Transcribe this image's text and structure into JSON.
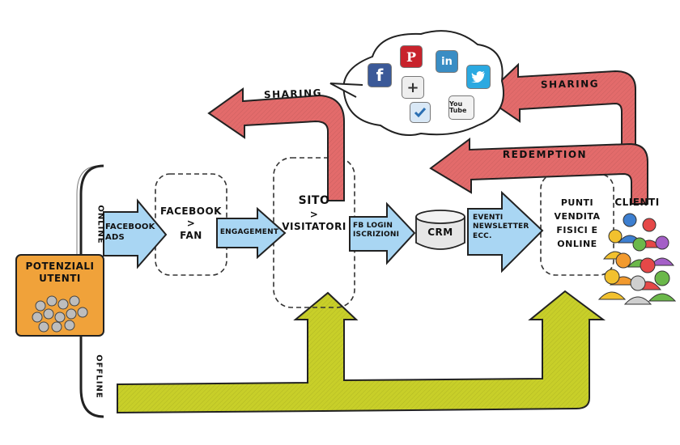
{
  "colors": {
    "red_arrow": "#e36b6b",
    "blue_arrow": "#a9d6f3",
    "yellow_arrow": "#c8cf29",
    "orange_box": "#f0a23a",
    "cloud_bg": "#ffffff"
  },
  "labels": {
    "potenziali_utenti": "POTENZIALI UTENTI",
    "online": "ONLINE",
    "offline": "OFFLINE",
    "facebook_ads": "FACEBOOK ADS",
    "facebook_fan_line1": "FACEBOOK",
    "facebook_fan_line2": ">",
    "facebook_fan_line3": "FAN",
    "engagement": "ENGAGEMENT",
    "sito_line1": "SITO",
    "sito_line2": ">",
    "sito_line3": "VISITATORI",
    "fb_login": "FB LOGIN ISCRIZIONI",
    "crm": "CRM",
    "eventi": "EVENTI NEWSLETTER ECC.",
    "punti_vendita": "PUNTI VENDITA FISICI E ONLINE",
    "clienti": "CLIENTI",
    "sharing_left": "SHARING",
    "sharing_right": "SHARING",
    "redemption": "REDEMPTION"
  },
  "social_icons": [
    "pinterest-icon",
    "linkedin-icon",
    "facebook-icon",
    "google-plus-icon",
    "twitter-icon",
    "foursquare-icon",
    "youtube-icon"
  ],
  "social_glyphs": {
    "pinterest": "P",
    "linkedin": "in",
    "facebook": "f",
    "googleplus": "+",
    "youtube": "You Tube"
  }
}
